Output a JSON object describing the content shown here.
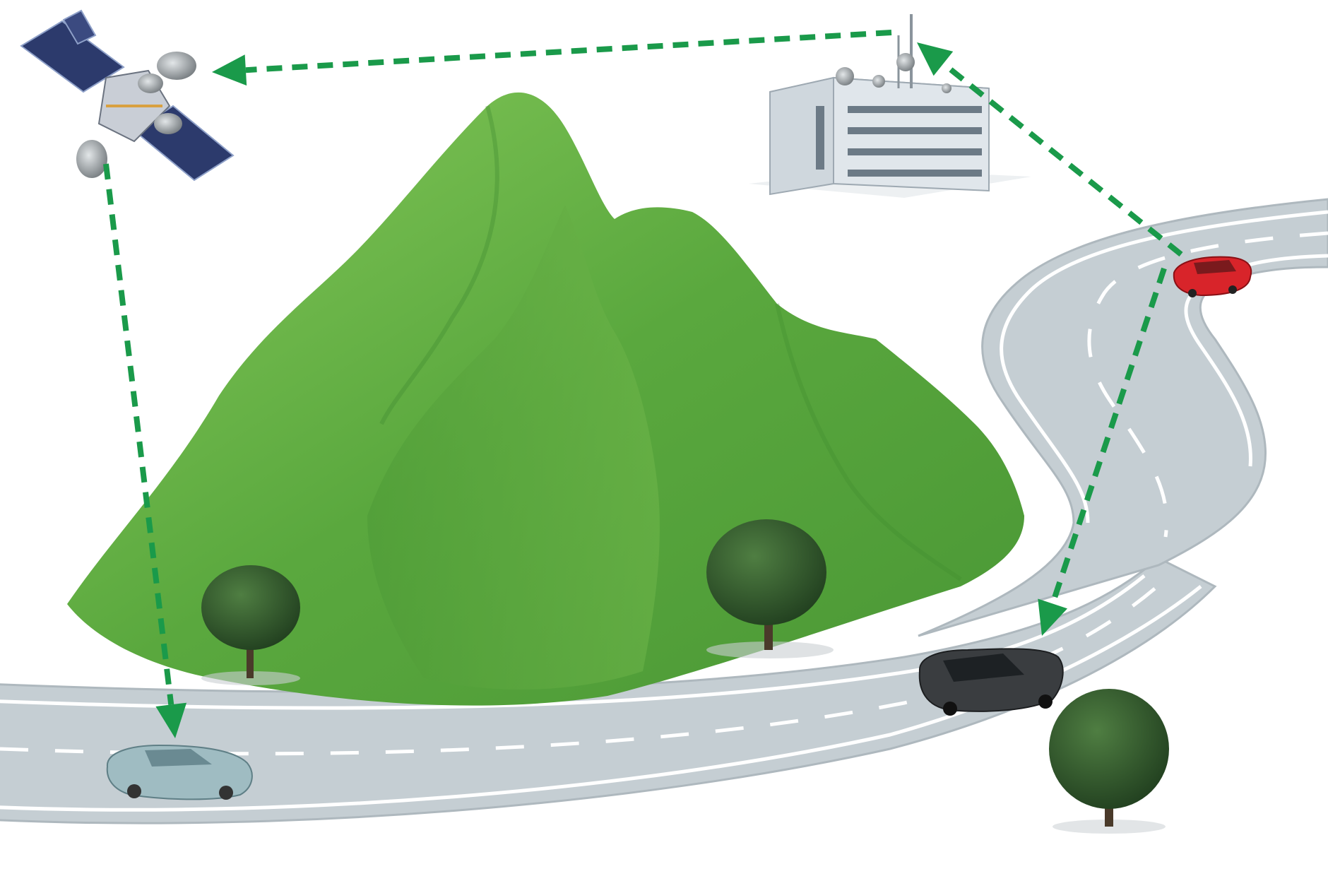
{
  "colors": {
    "background": "#ffffff",
    "link": "#1a9a4a",
    "road": "#c5ced3",
    "road_edge": "#aeb8be",
    "mountain_light": "#79bf4e",
    "mountain_mid": "#5aa83e",
    "mountain_dark": "#3f8a30",
    "tree": "#2f5a2a",
    "building": "#dfe5ea",
    "building_side": "#b9c3cb",
    "car_red": "#d8242a",
    "car_dark": "#3a3d40",
    "car_light": "#9fbcc2",
    "satellite_panel": "#2c3a6c"
  },
  "icons": [
    "satellite-icon",
    "ground-station-icon",
    "mountain-icon",
    "road-icon",
    "tree-icon",
    "car-icon",
    "arrow-icon"
  ],
  "nodes": [
    {
      "id": "satellite",
      "kind": "satellite"
    },
    {
      "id": "ground-station",
      "kind": "building"
    },
    {
      "id": "red-car",
      "kind": "car",
      "color": "red"
    },
    {
      "id": "dark-car",
      "kind": "car",
      "color": "dark"
    },
    {
      "id": "light-car",
      "kind": "car",
      "color": "light"
    }
  ],
  "links": [
    {
      "from": "ground-station",
      "to": "satellite",
      "arrow": "end",
      "style": "dashed"
    },
    {
      "from": "red-car",
      "to": "ground-station",
      "arrow": "end",
      "style": "dashed"
    },
    {
      "from": "red-car",
      "to": "dark-car",
      "arrow": "end",
      "style": "dashed"
    },
    {
      "from": "satellite",
      "to": "light-car",
      "arrow": "end",
      "style": "dashed"
    }
  ]
}
